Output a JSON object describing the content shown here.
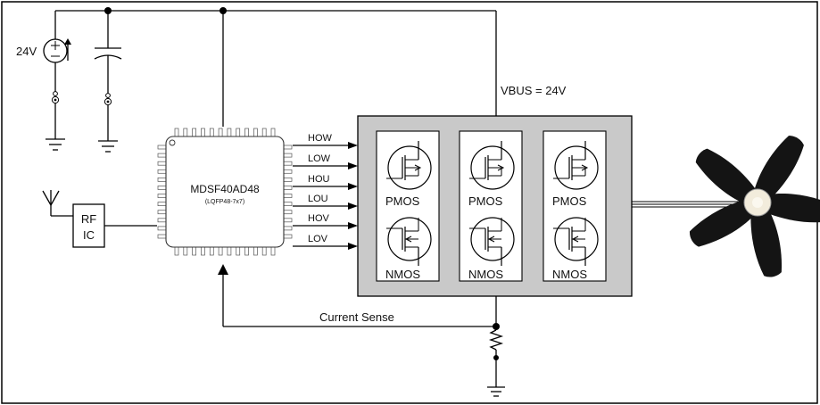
{
  "diagram": {
    "title": "",
    "source_label": "24V",
    "vbus_label": "VBUS = 24V",
    "chip_name": "MDSF40AD48",
    "chip_package": "(LQFP48-7x7)",
    "rf_label_line1": "RF",
    "rf_label_line2": "IC",
    "signals": [
      "HOW",
      "LOW",
      "HOU",
      "LOU",
      "HOV",
      "LOV"
    ],
    "pmos_label": "PMOS",
    "nmos_label": "NMOS",
    "current_sense_label": "Current Sense",
    "colors": {
      "wire": "#000000",
      "bridge_fill": "#c9c9c9",
      "panel_fill": "#ffffff",
      "fan_blade": "#141414",
      "fan_hub": "#f2ecdc"
    }
  }
}
